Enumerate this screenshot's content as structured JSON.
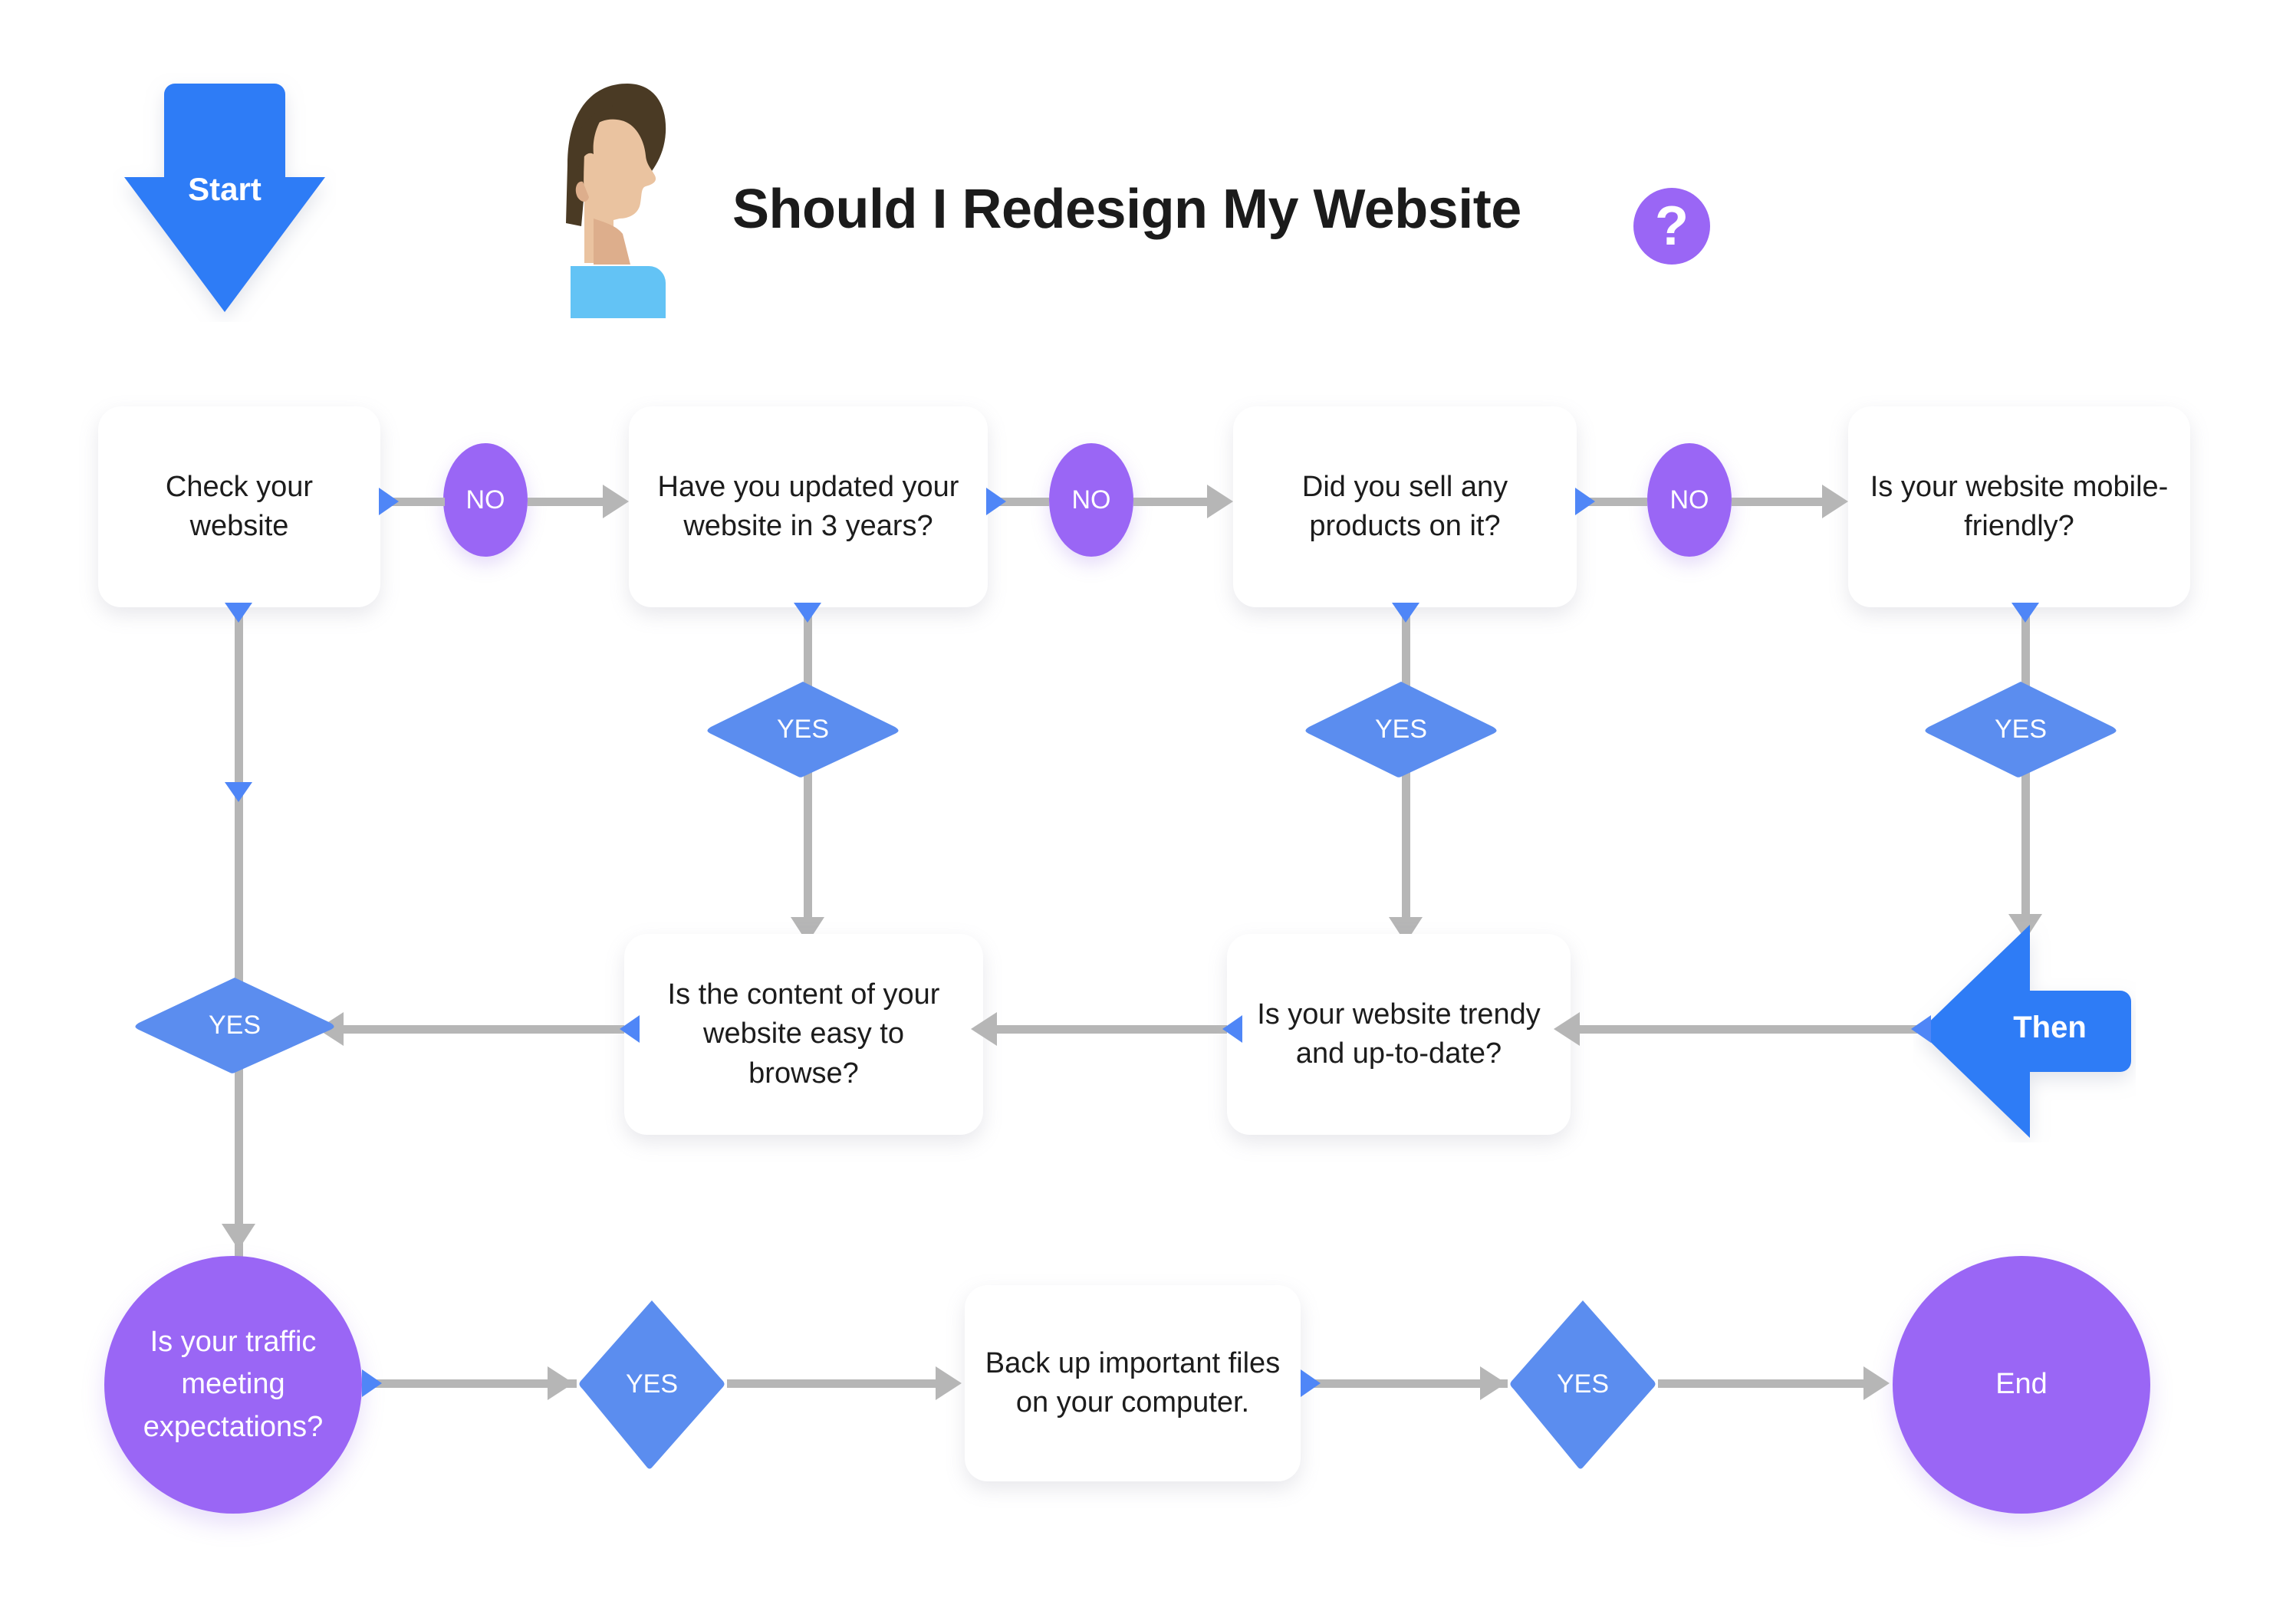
{
  "header": {
    "title": "Should I Redesign My Website",
    "question_badge": "?",
    "avatar_name": "man-profile-illustration"
  },
  "colors": {
    "blue": "#2f7bf6",
    "blue_diamond": "#5b8def",
    "purple": "#9a66f5",
    "connector_gray": "#b6b6b6",
    "arrow_blue": "#4f86f7",
    "box_white": "#ffffff",
    "text_dark": "#1c1c1c",
    "background": "#ffffff",
    "hair_brown": "#4a3a24",
    "skin": "#eac3a0",
    "shirt_blue": "#63c3f5"
  },
  "terminators": {
    "start_label": "Start",
    "then_label": "Then",
    "end_label": "End"
  },
  "nodes": {
    "row1": [
      {
        "id": "check-your-website",
        "text": "Check your website"
      },
      {
        "id": "updated-in-3-years",
        "text": "Have you updated your website in 3 years?"
      },
      {
        "id": "sell-any-products",
        "text": "Did you sell any products on it?"
      },
      {
        "id": "mobile-friendly",
        "text": "Is your website mobile-friendly?"
      }
    ],
    "row2": [
      {
        "id": "content-easy-to-browse",
        "text": "Is the content of your website easy to browse?"
      },
      {
        "id": "trendy-up-to-date",
        "text": "Is your website trendy and up-to-date?"
      }
    ],
    "row3": [
      {
        "id": "traffic-meeting-expectations",
        "text": "Is your traffic meeting expectations?"
      },
      {
        "id": "back-up-files",
        "text": "Back up important files on your computer."
      },
      {
        "id": "end",
        "text": "End"
      }
    ]
  },
  "decisions": {
    "no_labels": [
      "NO",
      "NO",
      "NO"
    ],
    "yes_labels": [
      "YES",
      "YES",
      "YES",
      "YES",
      "YES",
      "YES"
    ]
  }
}
